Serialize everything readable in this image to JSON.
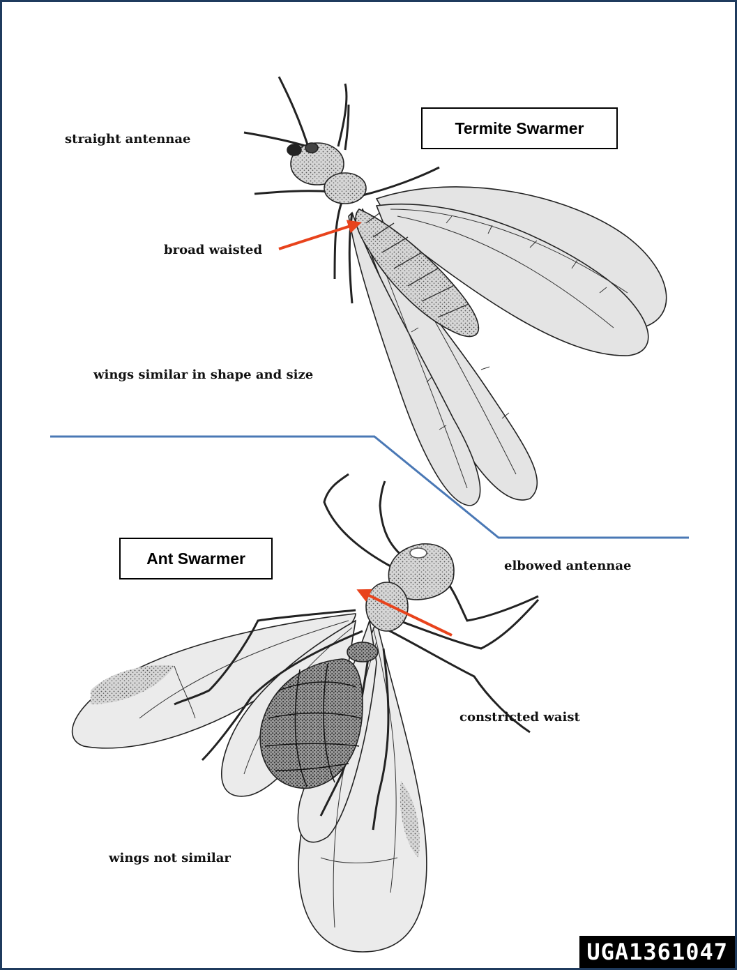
{
  "title_boxes": {
    "termite": "Termite Swarmer",
    "ant": "Ant Swarmer"
  },
  "labels": {
    "straight_antennae": "straight antennae",
    "broad_waisted": "broad waisted",
    "wings_similar": "wings similar in shape and size",
    "elbowed_antennae": "elbowed antennae",
    "constricted_waist": "constricted waist",
    "wings_not_similar": "wings not similar"
  },
  "catalog_number": "UGA1361047",
  "colors": {
    "frame": "#1f3b5e",
    "divider": "#4a78b5",
    "arrow": "#e8431c",
    "ink": "#222222",
    "wing_fill": "#e4e4e4"
  }
}
